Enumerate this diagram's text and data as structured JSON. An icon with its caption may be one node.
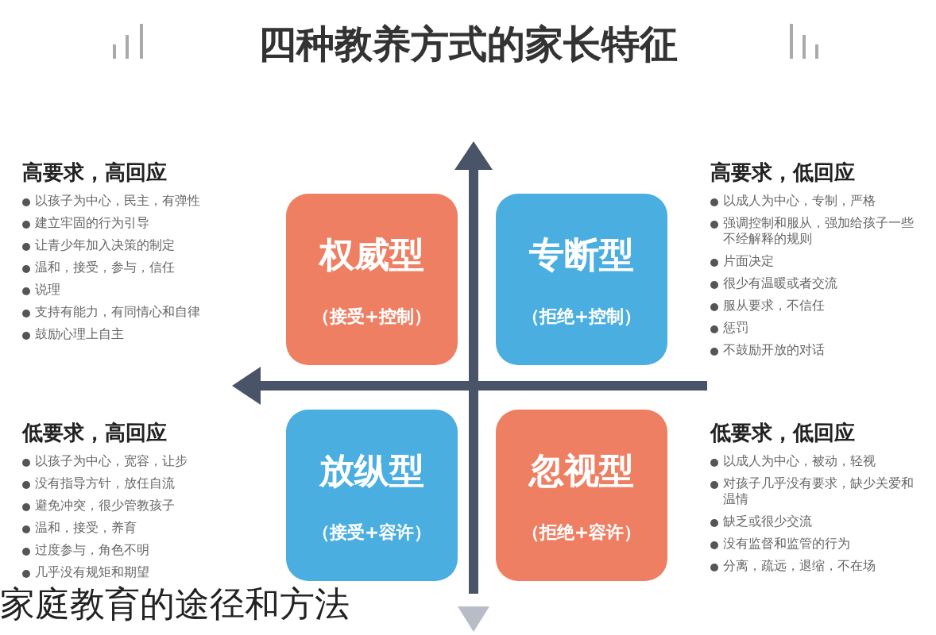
{
  "diagram": {
    "title": "四种教养方式的家长特征",
    "caption": "家庭教育的途径和方法",
    "nodes": [
      {
        "text": [
          "权威型",
          "（接受+控制）"
        ]
      },
      {
        "text": [
          "专断型",
          "（拒绝+控制）"
        ]
      },
      {
        "text": [
          "放纵型",
          "（接受+容许）"
        ]
      },
      {
        "text": [
          "忽视型",
          "（拒绝+容许）"
        ]
      }
    ],
    "labels": [
      "高要求，高回应",
      "以孩子为中心，民主，有弹性",
      "建立牢固的行为引导",
      "让青少年加入决策的制定",
      "温和，接受，参与，信任",
      "说理",
      "支持有能力，有同情心和自律",
      "鼓励心理上自主",
      "高要求，低回应",
      "以成人为中心，专制，严格",
      "强调控制和服从，强加给孩子一些不经解释的规则",
      "片面决定",
      "很少有温暖或者交流",
      "服从要求，不信任",
      "惩罚",
      "不鼓励开放的对话",
      "低要求，高回应",
      "以孩子为中心，宽容，让步",
      "没有指导方针，放任自流",
      "避免冲突，很少管教孩子",
      "温和，接受，养育",
      "过度参与，角色不明",
      "几乎没有规矩和期望",
      "低要求，低回应",
      "以成人为中心，被动，轻视",
      "对孩子几乎没有要求，缺少关爱和温情",
      "缺乏或很少交流",
      "没有监督和监管的行为",
      "分离，疏远，退缩，不在场"
    ]
  }
}
